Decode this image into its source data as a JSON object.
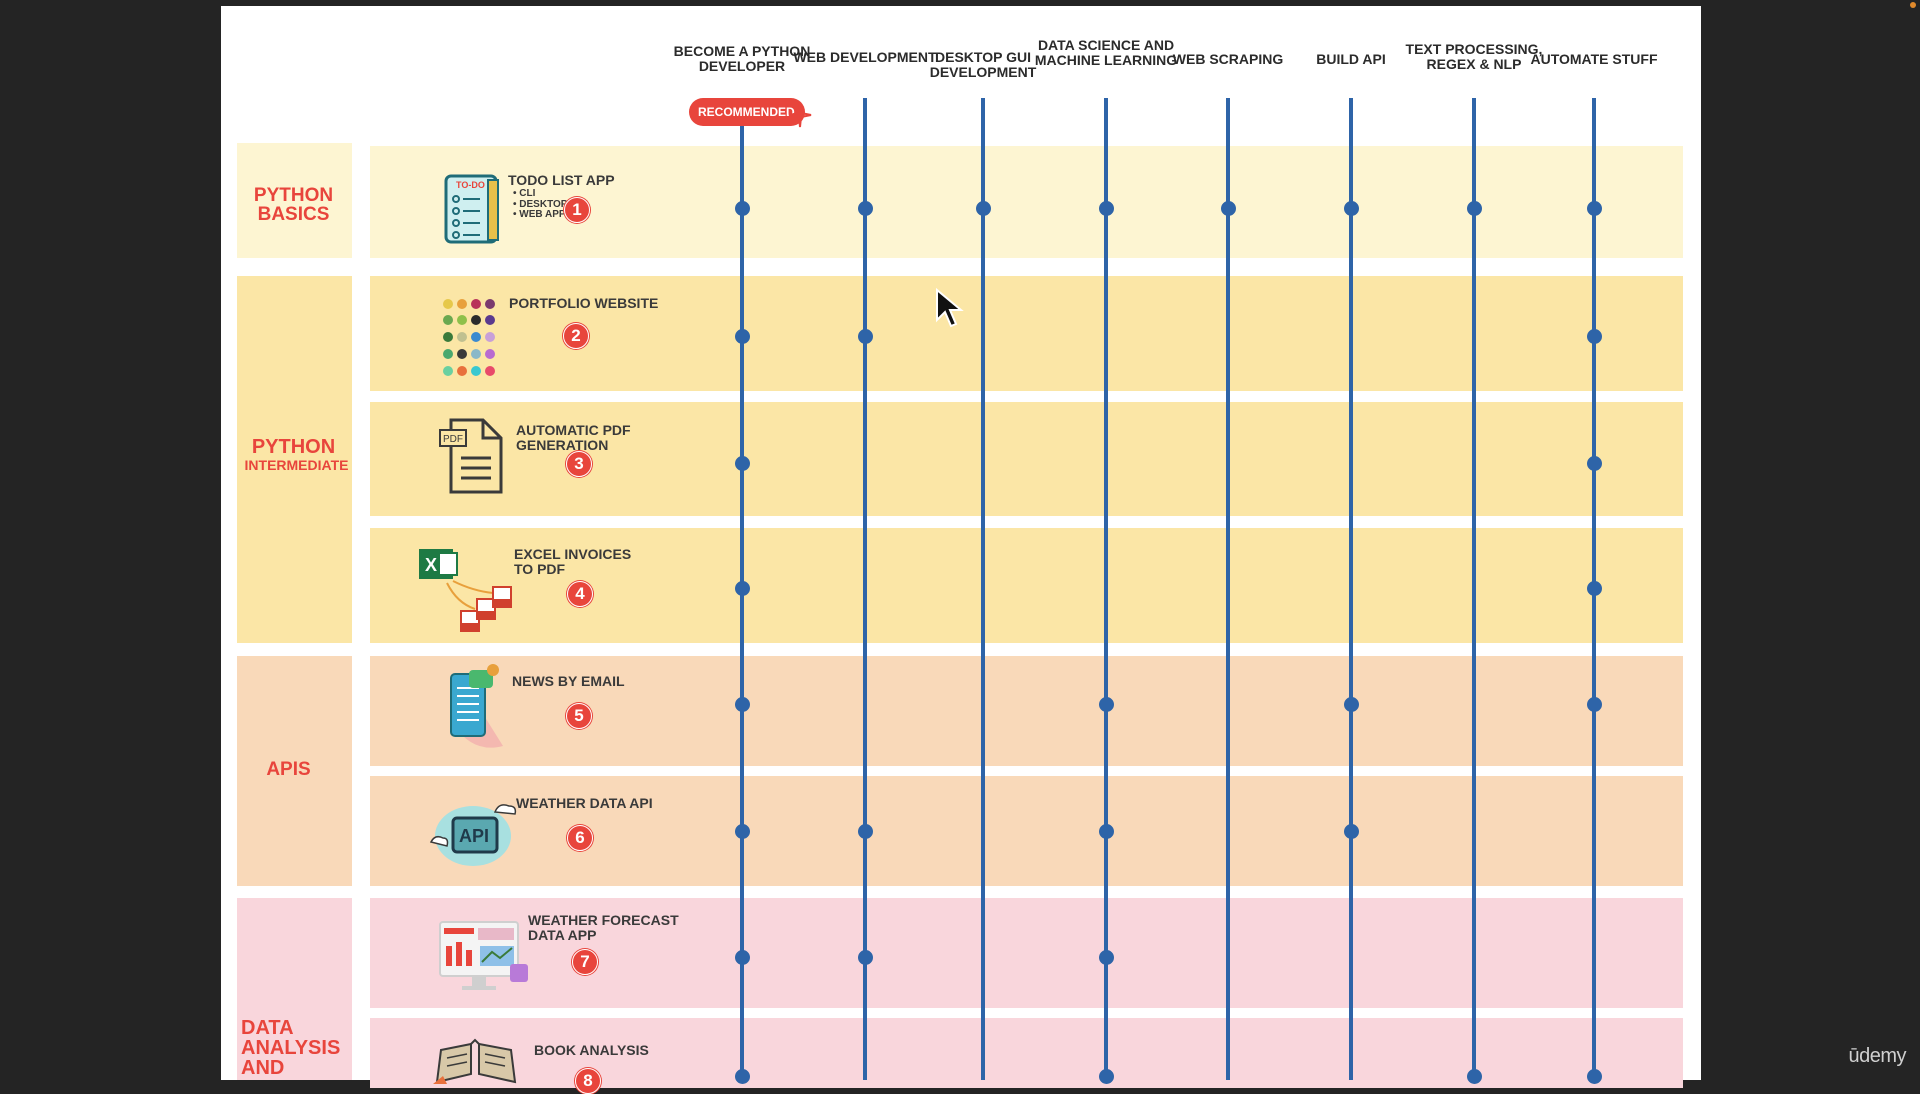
{
  "columns": [
    {
      "label": "Become a Python Developer"
    },
    {
      "label": "Web Development"
    },
    {
      "label": "Desktop GUI Development"
    },
    {
      "label": "Data Science and Machine Learning"
    },
    {
      "label": "Web Scraping"
    },
    {
      "label": "Build API"
    },
    {
      "label": "Text Processing, Regex & NLP"
    },
    {
      "label": "Automate Stuff"
    }
  ],
  "recommended_label": "Recommended",
  "categories": [
    {
      "label": "Python Basics",
      "color": "#fdf5d2"
    },
    {
      "label": "Python",
      "sublabel": "Intermediate",
      "color": "#fbe6a6"
    },
    {
      "label": "APIs",
      "color": "#f9d9b9"
    },
    {
      "label": "Data Analysis and",
      "color": "#f9d6dc"
    }
  ],
  "projects": [
    {
      "number": "1",
      "title": "Todo List App",
      "bullets": [
        "CLI",
        "Desktop GUI",
        "Web App"
      ],
      "icon": "todo-list-icon",
      "columns_marked": [
        1,
        2,
        3,
        4,
        5,
        6,
        7,
        8
      ]
    },
    {
      "number": "2",
      "title": "Portfolio Website",
      "icon": "color-palette-icon",
      "columns_marked": [
        1,
        2,
        8
      ]
    },
    {
      "number": "3",
      "title": "Automatic PDF\nGeneration",
      "icon": "pdf-document-icon",
      "columns_marked": [
        1,
        8
      ]
    },
    {
      "number": "4",
      "title": "Excel Invoices\nto PDF",
      "icon": "excel-to-pdf-icon",
      "columns_marked": [
        1,
        8
      ]
    },
    {
      "number": "5",
      "title": "News by Email",
      "icon": "phone-news-icon",
      "columns_marked": [
        1,
        4,
        6,
        8
      ]
    },
    {
      "number": "6",
      "title": "Weather Data API",
      "icon": "api-cloud-icon",
      "columns_marked": [
        1,
        2,
        4,
        6
      ]
    },
    {
      "number": "7",
      "title": "Weather Forecast\nData App",
      "icon": "dashboard-monitor-icon",
      "columns_marked": [
        1,
        2,
        4
      ]
    },
    {
      "number": "8",
      "title": "Book Analysis",
      "icon": "open-book-icon",
      "columns_marked": [
        1,
        4,
        7,
        8
      ]
    }
  ],
  "brand": {
    "label": "ūdemy"
  },
  "colors": {
    "accent": "#e8453c",
    "line": "#2e64a8",
    "frame": "#242424"
  }
}
